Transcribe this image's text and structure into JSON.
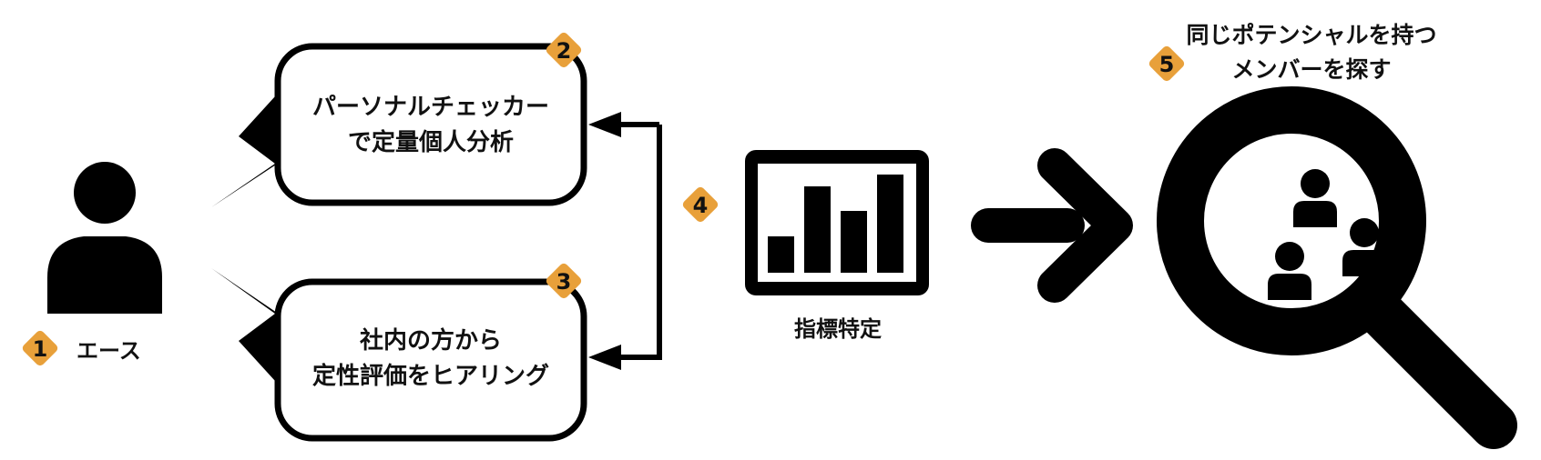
{
  "colors": {
    "ink": "#000000",
    "badge": "#E8A03A",
    "background": "#FFFFFF"
  },
  "steps": {
    "ace": {
      "badge": "1",
      "label": "エース"
    },
    "checker": {
      "badge": "2",
      "line1": "パーソナルチェッカー",
      "line2": "で定量個人分析"
    },
    "hearing": {
      "badge": "3",
      "line1": "社内の方から",
      "line2": "定性評価をヒアリング"
    },
    "indicator": {
      "badge": "4",
      "label": "指標特定"
    },
    "search": {
      "badge": "5",
      "line1": "同じポテンシャルを持つ",
      "line2": "メンバーを探す"
    }
  },
  "icons": {
    "ace": "person-icon",
    "bubbles": "speech-bubble-icon",
    "chart": "bar-chart-icon",
    "arrow": "chevron-arrow-icon",
    "search": "magnifier-icon",
    "members": "people-group-icon"
  }
}
